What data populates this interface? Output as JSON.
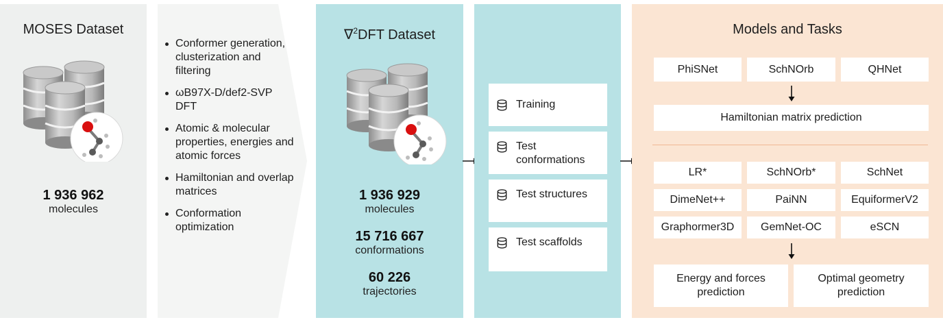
{
  "moses": {
    "title": "MOSES Dataset",
    "count": "1 936 962",
    "count_label": "molecules"
  },
  "processing": {
    "steps": [
      "Conformer generation, clusterization and filtering",
      "ωB97X-D/def2-SVP DFT",
      "Atomic & molecular properties, energies and atomic forces",
      "Hamiltonian and overlap matrices",
      "Conformation optimization"
    ]
  },
  "nabla_dft": {
    "title_symbol": "∇",
    "title_sup": "2",
    "title_rest": "DFT Dataset",
    "stats": [
      {
        "value": "1 936 929",
        "label": "molecules"
      },
      {
        "value": "15 716 667",
        "label": "conformations"
      },
      {
        "value": "60 226",
        "label": "trajectories"
      }
    ]
  },
  "splits": [
    "Training",
    "Test conformations",
    "Test structures",
    "Test scaffolds"
  ],
  "models_and_tasks": {
    "title": "Models and Tasks",
    "hamiltonian_models": [
      "PhiSNet",
      "SchNOrb",
      "QHNet"
    ],
    "hamiltonian_task": "Hamiltonian matrix prediction",
    "energy_models": [
      "LR*",
      "SchNOrb*",
      "SchNet",
      "DimeNet++",
      "PaiNN",
      "EquiformerV2",
      "Graphormer3D",
      "GemNet-OC",
      "eSCN"
    ],
    "energy_tasks": [
      "Energy and forces prediction",
      "Optimal geometry prediction"
    ]
  }
}
